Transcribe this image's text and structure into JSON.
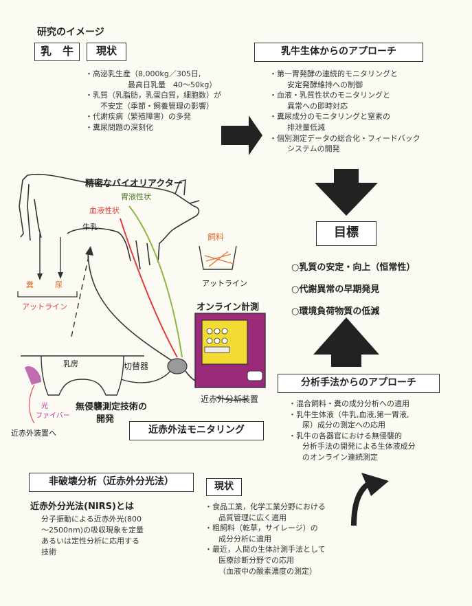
{
  "page_title": "研究のイメージ",
  "top_left": {
    "tag_milk_cow": "乳　牛",
    "tag_status": "現状",
    "items": [
      "・高泌乳生産（8,000kg／305日,",
      "最高日乳量　40～50kg）",
      "・乳質（乳脂肪，乳蛋白質，細胞数）が",
      "不安定（季節・飼養管理の影響）",
      "・代謝疾病（繁殖障害）の多発",
      "・糞尿問題の深刻化"
    ]
  },
  "approach_bio": {
    "title": "乳牛生体からのアプローチ",
    "items": [
      "・第一胃発酵の連続的モニタリングと",
      "安定発酵維持への制御",
      "・血液・乳質性状のモニタリングと",
      "異常への即時対応",
      "・糞尿成分のモニタリングと窒素の",
      "排泄量低減",
      "・個別測定データの総合化・フィードバック",
      "システムの開発"
    ]
  },
  "cow_diagram": {
    "bioreactor": "精密なバイオリアクター",
    "stomach": "胃液性状",
    "blood": "血液性状",
    "milk": "牛乳",
    "feces": "糞",
    "urine": "尿",
    "outline_left": "アットライン",
    "feed": "飼料",
    "outline_right": "アットライン",
    "online": "オンライン計測",
    "udder": "乳房",
    "switch": "切替器",
    "fiber_1": "光",
    "fiber_2": "ファイバー",
    "to_nir": "近赤外装置へ",
    "noninvasive_1": "無侵襲測定技術の",
    "noninvasive_2": "開発",
    "nir_device": "近赤外分析装置",
    "nir_monitoring": "近赤外法モニタリング"
  },
  "goal": {
    "title": "目標",
    "items": [
      "○乳質の安定・向上（恒常性）",
      "○代謝異常の早期発見",
      "○環境負荷物質の低減"
    ]
  },
  "approach_analysis": {
    "title": "分析手法からのアプローチ",
    "items": [
      "・混合飼料・糞の成分分析への適用",
      "・乳牛生体液（牛乳,血液,第一胃液,",
      "尿）成分の測定への応用",
      "・乳牛の各器官における無侵襲的",
      "分析手法の開発による生体液成分",
      "のオンライン連続測定"
    ]
  },
  "nondestructive": {
    "title": "非破壊分析（近赤外分光法）",
    "nirs_title": "近赤外分光法(NIRS)とは",
    "nirs_desc": [
      "分子振動による近赤外光(800",
      "～2500nm)の吸収現象を定量",
      "あるいは定性分析に応用する",
      "技術"
    ]
  },
  "bottom_status": {
    "tag": "現状",
    "items": [
      "・食品工業，化学工業分野における",
      "品質管理に広く適用",
      "・粗飼料（乾草，サイレージ）の",
      "成分分析に適用",
      "・最近，人間の生体計測手法として",
      "医療診断分野での応用",
      "（血液中の酸素濃度の測定）"
    ]
  },
  "colors": {
    "blood_line": "#e03a3a",
    "stomach_line": "#8ab840",
    "device": "#9a2a7a",
    "device_screen": "#f2dc34",
    "arrow": "#222222"
  }
}
